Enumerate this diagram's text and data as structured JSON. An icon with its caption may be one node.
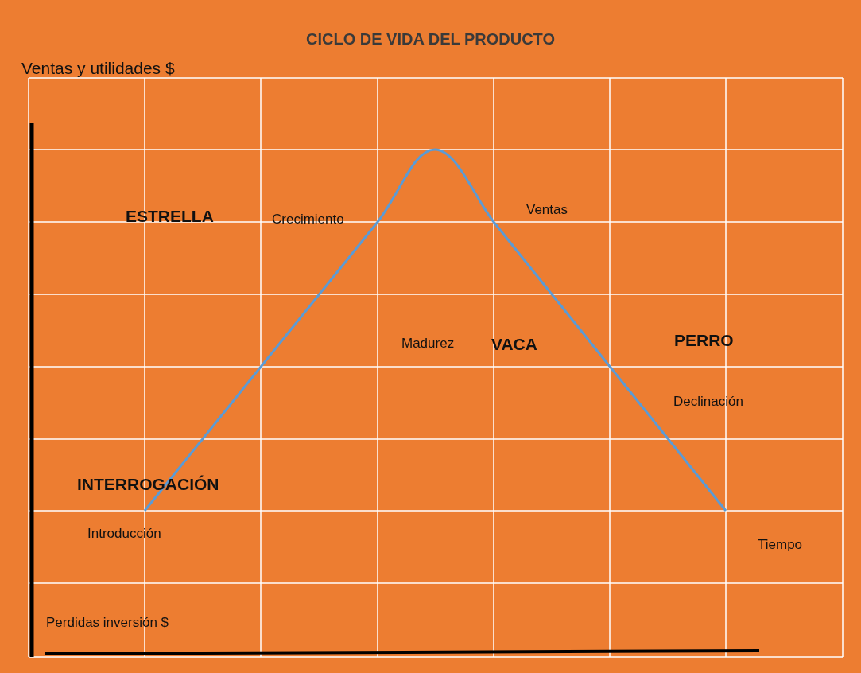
{
  "diagram": {
    "title": "CICLO DE VIDA DEL PRODUCTO",
    "labels": [
      "Ventas y utilidades $",
      "ESTRELLA",
      "Crecimiento",
      "Ventas",
      "Madurez",
      "VACA",
      "PERRO",
      "Declinación",
      "INTERROGACIÓN",
      "Introducción",
      "Tiempo",
      "Perdidas inversión $"
    ]
  }
}
